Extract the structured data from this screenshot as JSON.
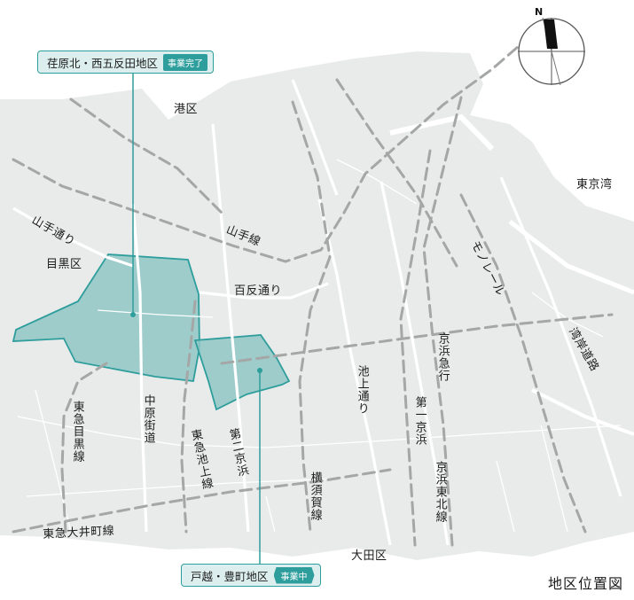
{
  "areas": {
    "north": {
      "name": "荏原北・西五反田地区",
      "status": "事業完了"
    },
    "south": {
      "name": "戸越・豊町地区",
      "status": "事業中"
    }
  },
  "labels": {
    "minato": "港区",
    "meguro": "目黒区",
    "ota": "大田区",
    "tokyo_bay": "東京湾",
    "yamate_dori": "山手通り",
    "yamate_line": "山手線",
    "hyakutan_dori": "百反通り",
    "monorail": "モノレール",
    "wangan_doro": "湾岸道路",
    "keihin_kyuko": "京浜急行",
    "daiichi_keihin": "第一京浜",
    "keihin_tohoku": "京浜東北線",
    "ikegami_dori": "池上通り",
    "yokosuka_line": "横須賀線",
    "daini_keihin": "第二京浜",
    "tokyu_ikegami": "東急池上線",
    "nakahara_kaido": "中原街道",
    "tokyu_meguro": "東急目黒線",
    "tokyu_oimachi": "東急大井町線"
  },
  "compass": {
    "north": "N"
  },
  "caption": "地区位置図",
  "colors": {
    "area_fill": "#8fc7c5",
    "area_stroke": "#2e9e9c",
    "land": "#e9eaea",
    "road": "#ffffff",
    "rail": "#a5a6a6"
  }
}
